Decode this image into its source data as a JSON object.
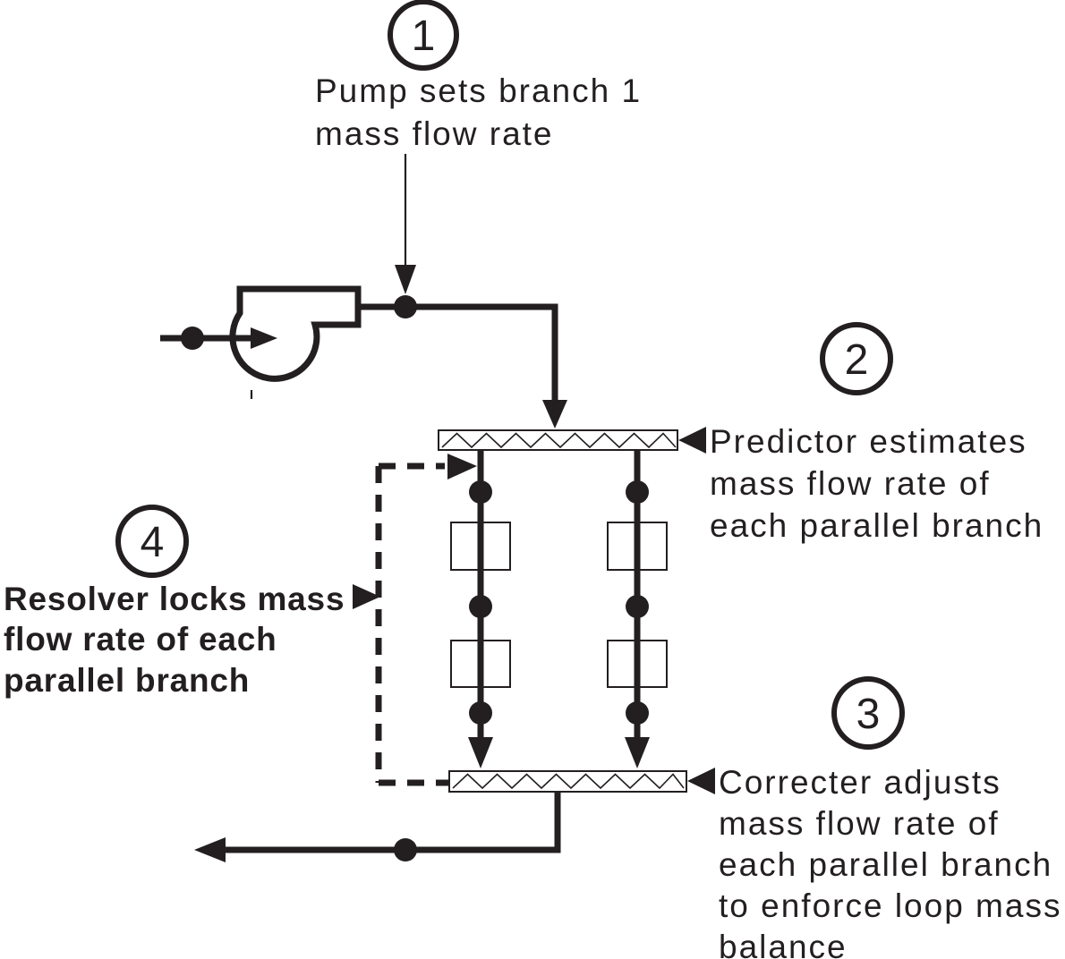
{
  "colors": {
    "ink": "#231f20",
    "background": "#ffffff"
  },
  "annotations": {
    "step1": {
      "number": "1",
      "lines": [
        "Pump sets branch 1",
        "mass flow rate"
      ]
    },
    "step2": {
      "number": "2",
      "lines": [
        "Predictor estimates",
        "mass flow rate of",
        "each parallel branch"
      ]
    },
    "step3": {
      "number": "3",
      "lines": [
        "Correcter adjusts",
        "mass flow rate of",
        "each parallel branch",
        "to enforce loop mass",
        "balance"
      ]
    },
    "step4": {
      "number": "4",
      "lines": [
        "Resolver locks mass",
        "flow rate of each",
        "parallel branch"
      ]
    }
  }
}
